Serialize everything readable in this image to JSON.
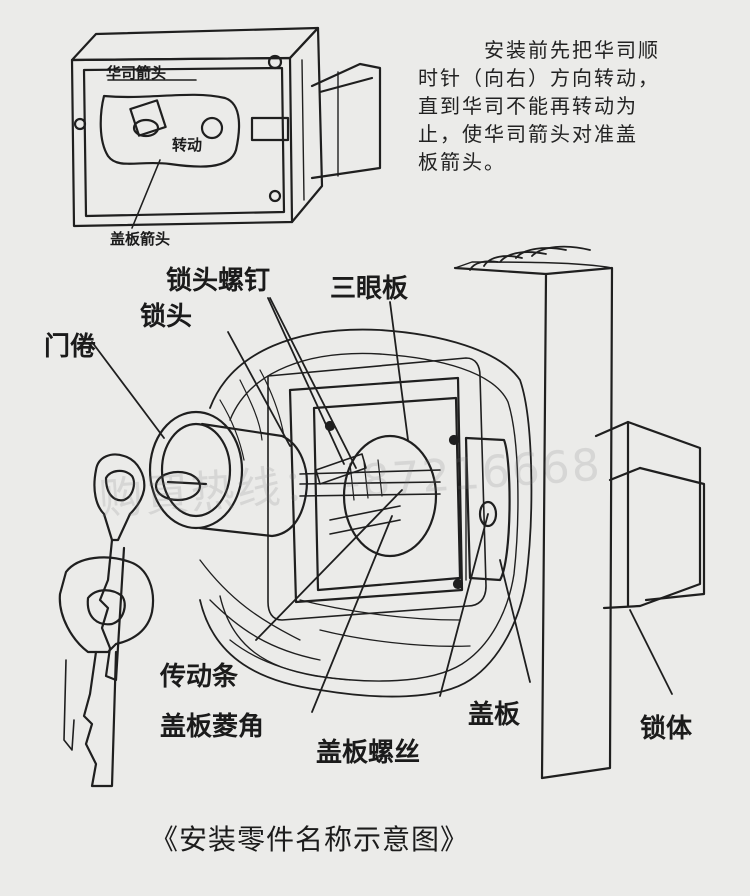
{
  "inset": {
    "arrow_label": "华司箭头",
    "turn_label": "转动",
    "cover_arrow_label": "盖板箭头"
  },
  "instructions": [
    "安装前先把华司顺",
    "时针（向右）方向转动，",
    "直到华司不能再转动为",
    "止，使华司箭头对准盖",
    "板箭头。"
  ],
  "labels": {
    "lock_screw": "锁头螺钉",
    "three_eye_plate": "三眼板",
    "lock_cylinder": "锁头",
    "door_curl": "门倦",
    "drive_bar": "传动条",
    "cover_corner": "盖板菱角",
    "cover_screw": "盖板螺丝",
    "cover_plate": "盖板",
    "lock_body": "锁体"
  },
  "watermark": "购買热线：      -87216668",
  "caption": "《安装零件名称示意图》"
}
